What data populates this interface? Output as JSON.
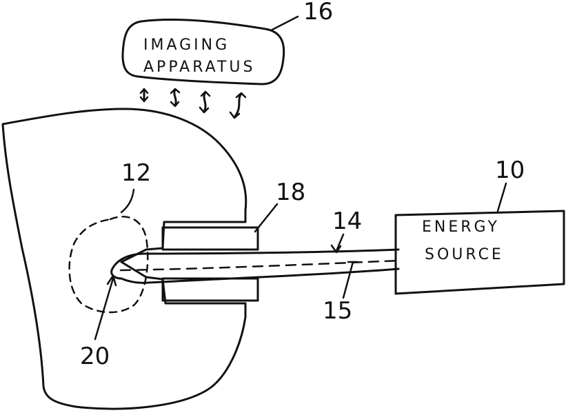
{
  "imaging_box": {
    "line1": "IMAGING",
    "line2": "APPARATUS"
  },
  "energy_box": {
    "line1": "ENERGY",
    "line2": "SOURCE"
  },
  "refs": {
    "r16": "16",
    "r12": "12",
    "r18": "18",
    "r14": "14",
    "r10": "10",
    "r15": "15",
    "r20": "20"
  },
  "colors": {
    "ink": "#111111",
    "paper": "#ffffff"
  }
}
